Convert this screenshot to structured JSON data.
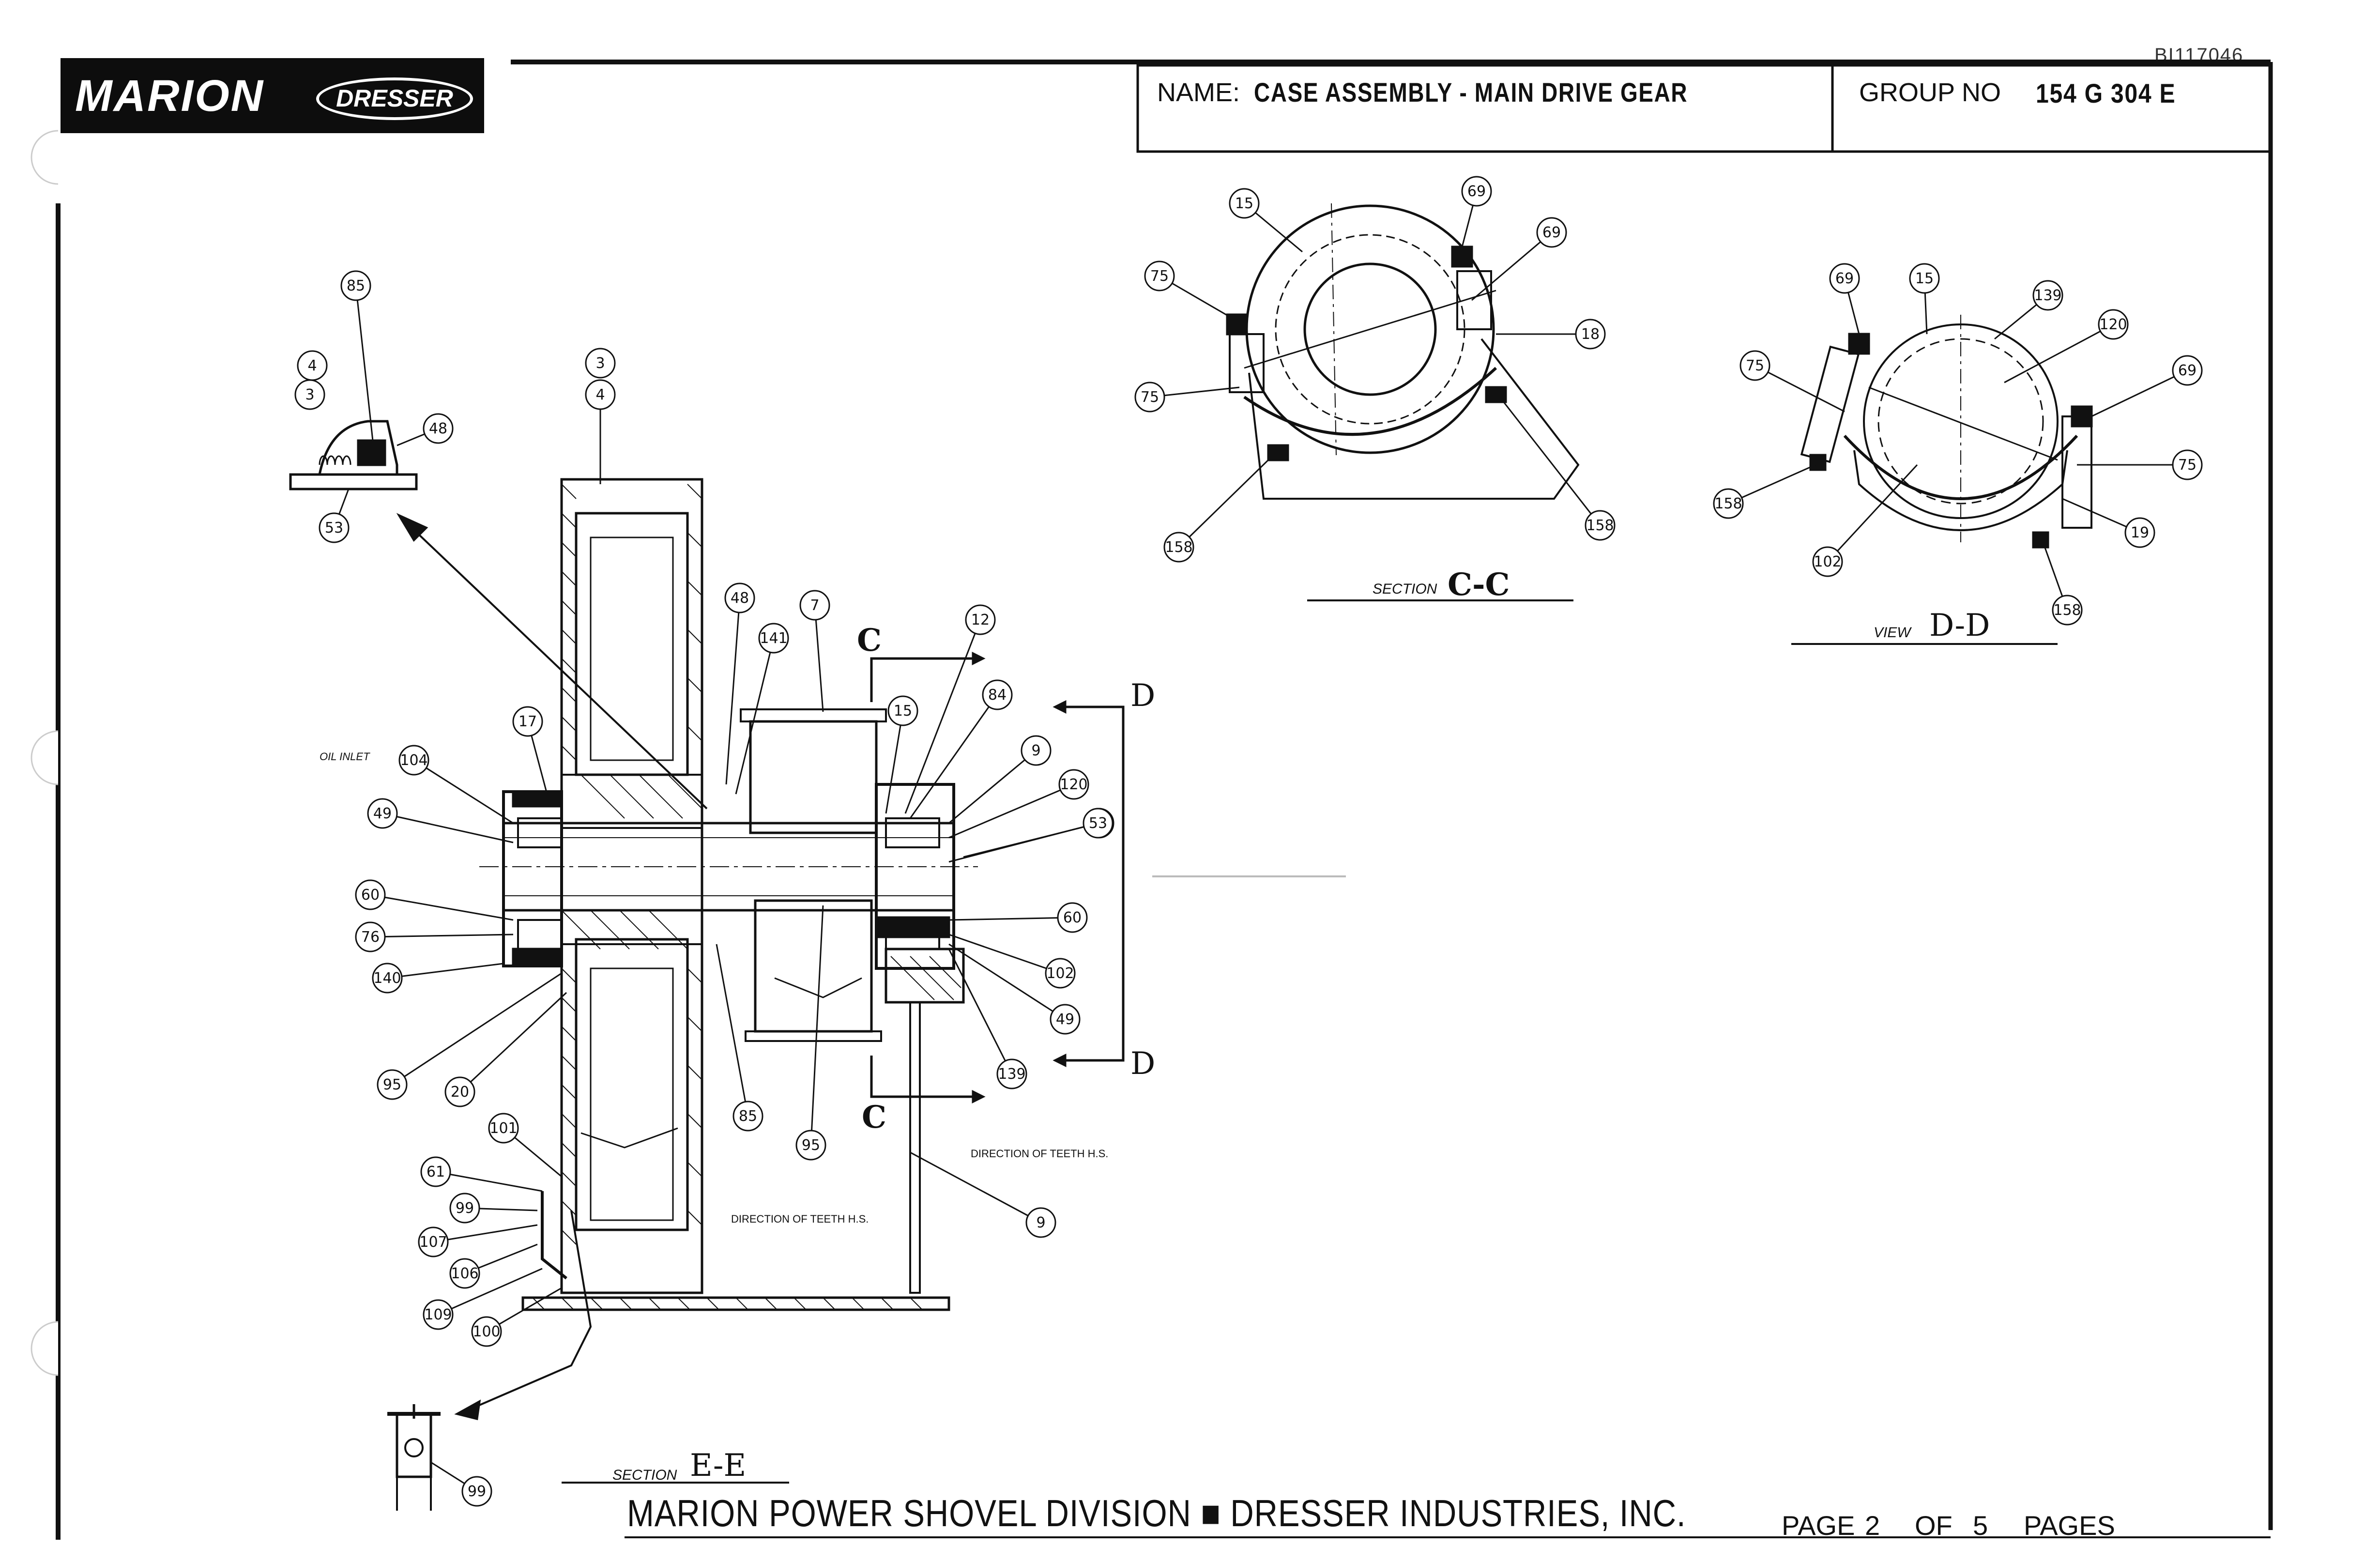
{
  "document_number": "BI117046",
  "logo": {
    "primary": "MARION",
    "secondary": "DRESSER"
  },
  "title_block": {
    "name_label": "NAME:",
    "name_value": "CASE ASSEMBLY - MAIN DRIVE GEAR",
    "group_label": "GROUP NO",
    "group_value": "154 G 304 E"
  },
  "views": {
    "section_cc": {
      "prefix": "SECTION",
      "letters": "C-C"
    },
    "view_dd": {
      "prefix": "VIEW",
      "letters": "D-D"
    },
    "section_ee": {
      "prefix": "SECTION",
      "letters": "E-E"
    }
  },
  "cut_markers": {
    "c_top": "C",
    "c_bottom": "C",
    "d_top": "D",
    "d_bottom": "D"
  },
  "notes": {
    "oil_inlet": "OIL INLET",
    "direction_teeth_1": "DIRECTION OF TEETH  H.S.",
    "direction_teeth_2": "DIRECTION OF TEETH  H.S."
  },
  "balloons_main": [
    "85",
    "4",
    "3",
    "48",
    "53",
    "3",
    "4",
    "48",
    "141",
    "7",
    "12",
    "84",
    "53",
    "17",
    "104",
    "15",
    "9",
    "120",
    "49",
    "53",
    "60",
    "60",
    "76",
    "140",
    "102",
    "49",
    "139",
    "95",
    "20",
    "101",
    "85",
    "95",
    "61",
    "99",
    "107",
    "106",
    "109",
    "100",
    "9",
    "99"
  ],
  "balloons_section_cc": [
    "15",
    "69",
    "75",
    "69",
    "18",
    "75",
    "158",
    "158"
  ],
  "balloons_view_dd": [
    "69",
    "15",
    "139",
    "120",
    "75",
    "69",
    "75",
    "158",
    "102",
    "19",
    "158"
  ],
  "footer": {
    "company": "MARION POWER SHOVEL DIVISION ■ DRESSER INDUSTRIES, INC.",
    "page_word": "PAGE",
    "page_number": "2",
    "of_word": "OF",
    "page_total": "5",
    "pages_word": "PAGES"
  }
}
